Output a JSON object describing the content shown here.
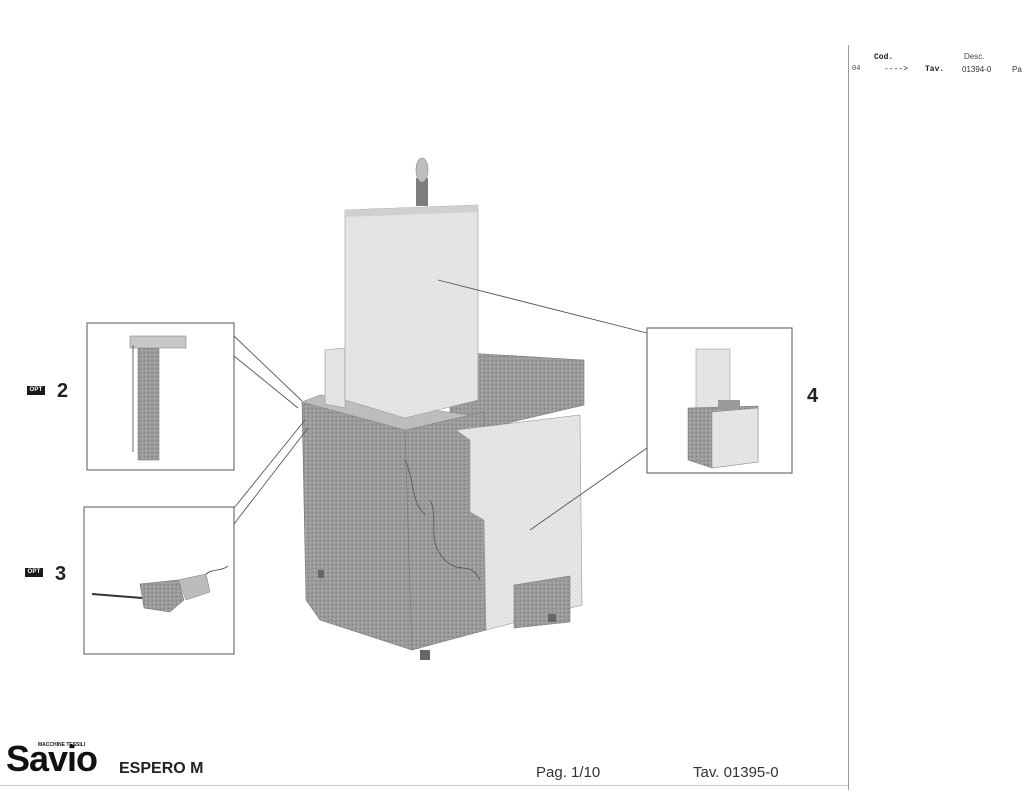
{
  "header": {
    "col_cod": "Cod.",
    "col_desc": "Desc.",
    "row": {
      "num": "04",
      "arrow": "---->",
      "tav": "Tav.",
      "code": "01394-0",
      "desc": "Pa"
    }
  },
  "callouts": {
    "c2": {
      "badge": "OPT",
      "number": "2"
    },
    "c3": {
      "badge": "OPT",
      "number": "3"
    },
    "c4": {
      "number": "4"
    }
  },
  "footer": {
    "brand": "Savio",
    "brand_sub": "MACCHINE TESSILI",
    "model": "ESPERO M",
    "page": "Pag. 1/10",
    "table": "Tav. 01395-0"
  }
}
